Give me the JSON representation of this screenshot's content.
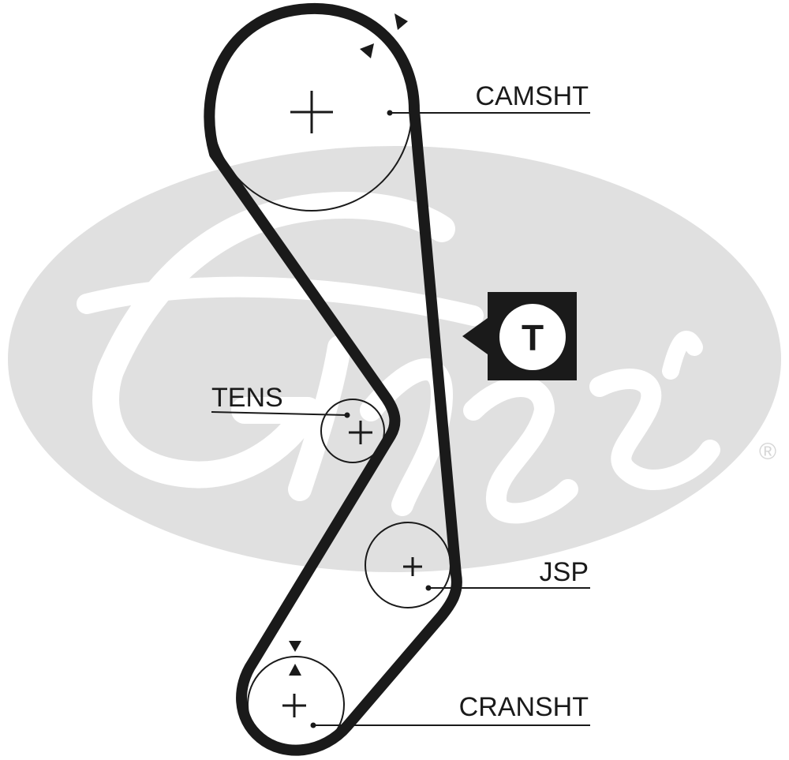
{
  "diagram": {
    "title": "Timing belt routing",
    "brand": {
      "name": "Gates",
      "registered_mark": "®",
      "watermark_color": "#e0e0e0"
    },
    "belt_color": "#1a1a1a",
    "labels": {
      "camshaft": "CAMSHT",
      "tensioner": "TENS",
      "jackshaft": "JSP",
      "crankshaft": "CRANSHT"
    },
    "tension_badge": "T",
    "icons": [
      "crosshair-icon",
      "timing-mark-icon",
      "tension-tag-icon"
    ]
  }
}
